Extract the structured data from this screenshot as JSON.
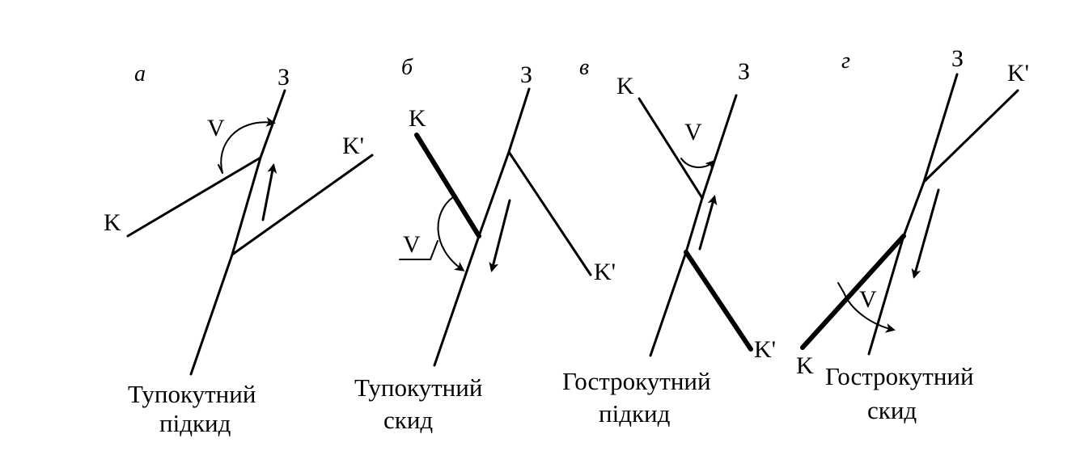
{
  "panels": [
    {
      "letter": "а",
      "fault": "З",
      "block_left": "K",
      "block_right": "K'",
      "angle": "V",
      "caption": [
        "Тупокутний",
        "підкид"
      ]
    },
    {
      "letter": "б",
      "fault": "З",
      "block_left": "K",
      "block_right": "K'",
      "angle": "V",
      "caption": [
        "Тупокутний",
        "скид"
      ]
    },
    {
      "letter": "в",
      "fault": "З",
      "block_left": "K",
      "block_right": "K'",
      "angle": "V",
      "caption": [
        "Гострокутний",
        "підкид"
      ]
    },
    {
      "letter": "г",
      "fault": "З",
      "block_left": "K",
      "block_right": "K'",
      "angle": "V",
      "caption": [
        "Гострокутний",
        "скид"
      ]
    }
  ]
}
